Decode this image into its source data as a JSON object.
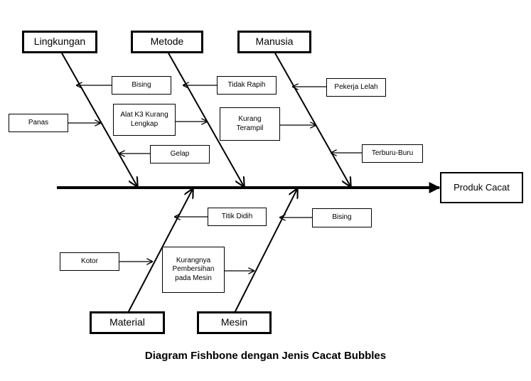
{
  "effect": "Produk Cacat",
  "caption": "Diagram Fishbone dengan Jenis Cacat Bubbles",
  "categories": {
    "lingkungan": {
      "label": "Lingkungan",
      "causes": [
        "Bising",
        "Panas",
        "Gelap"
      ]
    },
    "metode": {
      "label": "Metode",
      "causes": [
        "Tidak Rapih",
        "Alat K3 Kurang Lengkap"
      ]
    },
    "manusia": {
      "label": "Manusia",
      "causes": [
        "Pekerja Lelah",
        "Kurang Terampil",
        "Terburu-Buru"
      ]
    },
    "material": {
      "label": "Material",
      "causes": [
        "Titik Didih",
        "Kotor"
      ]
    },
    "mesin": {
      "label": "Mesin",
      "causes": [
        "Bising",
        "Kurangnya Pembersihan pada Mesin"
      ]
    }
  }
}
